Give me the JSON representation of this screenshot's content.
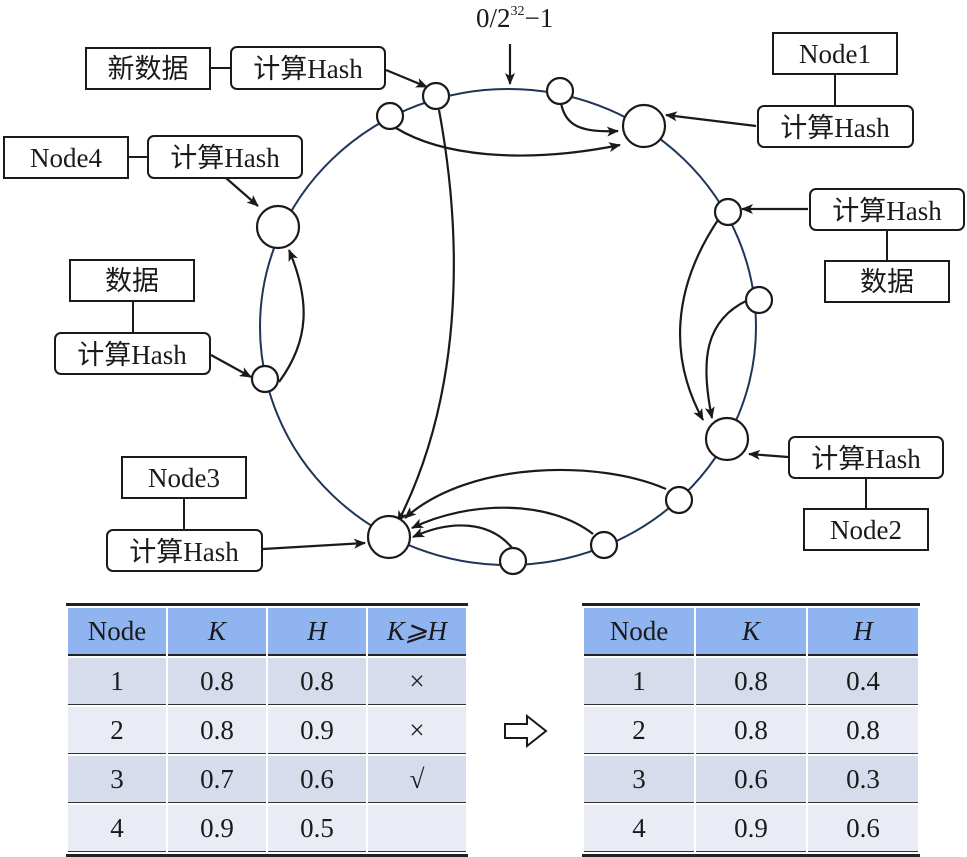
{
  "diagram": {
    "top_marker_label": "0/2",
    "top_marker_sup": "32",
    "top_marker_suffix": "−1",
    "labels": {
      "new_data": "新数据",
      "hash_new_data": "计算Hash",
      "node4": "Node4",
      "hash_node4": "计算Hash",
      "data_left": "数据",
      "hash_data_left": "计算Hash",
      "node3": "Node3",
      "hash_node3": "计算Hash",
      "node1": "Node1",
      "hash_node1": "计算Hash",
      "hash_data_right": "计算Hash",
      "data_right": "数据",
      "hash_node2": "计算Hash",
      "node2": "Node2"
    }
  },
  "table_before": {
    "headers": [
      "Node",
      "K",
      "H",
      "K⩾H"
    ],
    "rows": [
      [
        "1",
        "0.8",
        "0.8",
        "×"
      ],
      [
        "2",
        "0.8",
        "0.9",
        "×"
      ],
      [
        "3",
        "0.7",
        "0.6",
        "√"
      ],
      [
        "4",
        "0.9",
        "0.5",
        ""
      ]
    ]
  },
  "table_after": {
    "headers": [
      "Node",
      "K",
      "H"
    ],
    "rows": [
      [
        "1",
        "0.8",
        "0.4"
      ],
      [
        "2",
        "0.8",
        "0.8"
      ],
      [
        "3",
        "0.6",
        "0.3"
      ],
      [
        "4",
        "0.9",
        "0.6"
      ]
    ]
  },
  "colors": {
    "header_bg": "#8fb4ef",
    "row_odd_bg": "#d6dcec",
    "row_even_bg": "#e9ecf5",
    "ring_stroke": "#1d3557"
  }
}
